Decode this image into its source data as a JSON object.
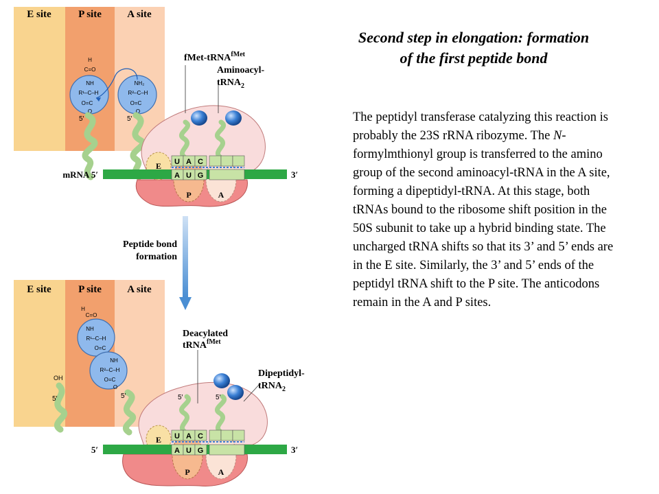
{
  "title": {
    "line1": "Second step in elongation: formation",
    "line2": "of the first peptide bond"
  },
  "description": {
    "before_italic": "The peptidyl transferase catalyzing this reaction is probably the 23S rRNA ribozyme. The ",
    "italic": "N",
    "after_italic": "-formylmthionyl group is transferred to the amino group of the second aminoacyl-tRNA in the A site, forming a dipeptidyl-tRNA. At this stage, both tRNAs bound to the ribosome shift position in the 50S subunit to take up a hybrid binding state. The uncharged tRNA shifts so that its 3’ and 5’ ends are in the E site. Similarly, the 3’ and 5’ ends of the peptidyl tRNA shift to the P site. The anticodons remain in the A and P sites."
  },
  "diagram": {
    "sites": {
      "e": "E site",
      "p": "P site",
      "a": "A site"
    },
    "top_panel": {
      "fmet_label": "fMet-tRNA",
      "fmet_super": "fMet",
      "aminoacyl_label_1": "Aminoacyl-",
      "aminoacyl_label_2": "tRNA",
      "aminoacyl_sub": "2",
      "mrna_label": "mRNA 5′",
      "three_prime": "3′",
      "five_prime": "5′",
      "chem_p": [
        "H",
        "C=O",
        "NH",
        "R¹–C–H",
        "O=C",
        "O"
      ],
      "chem_a": [
        "NH₂",
        "R²–C–H",
        "O=C",
        "O"
      ]
    },
    "arrow_label_1": "Peptide bond",
    "arrow_label_2": "formation",
    "bottom_panel": {
      "deacylated_1": "Deacylated",
      "deacylated_2": "tRNA",
      "deacylated_super": "fMet",
      "dipeptidyl_1": "Dipeptidyl-",
      "dipeptidyl_2": "tRNA",
      "dipeptidyl_sub": "2",
      "oh": "OH",
      "five_prime": "5′",
      "three_prime": "3′",
      "chem": [
        "H",
        "C=O",
        "NH",
        "R¹–C–H",
        "O=C",
        "NH",
        "R²–C–H",
        "O=C",
        "O"
      ]
    },
    "codon_top": [
      "U",
      "A",
      "C"
    ],
    "codon_bottom": [
      "A",
      "U",
      "G"
    ],
    "ribosome_sites": {
      "e": "E",
      "p": "P",
      "a": "A"
    }
  },
  "colors": {
    "e_site": "#f9d48f",
    "p_site": "#f2a06d",
    "a_site": "#fbd1b3",
    "ribosome_large": "#f9dcdc",
    "ribosome_small": "#f08a8a",
    "mrna": "#2da845",
    "trna": "#a6d18e",
    "aa_circle": "#8fb9ec",
    "arrow": "#5a9ad8"
  }
}
